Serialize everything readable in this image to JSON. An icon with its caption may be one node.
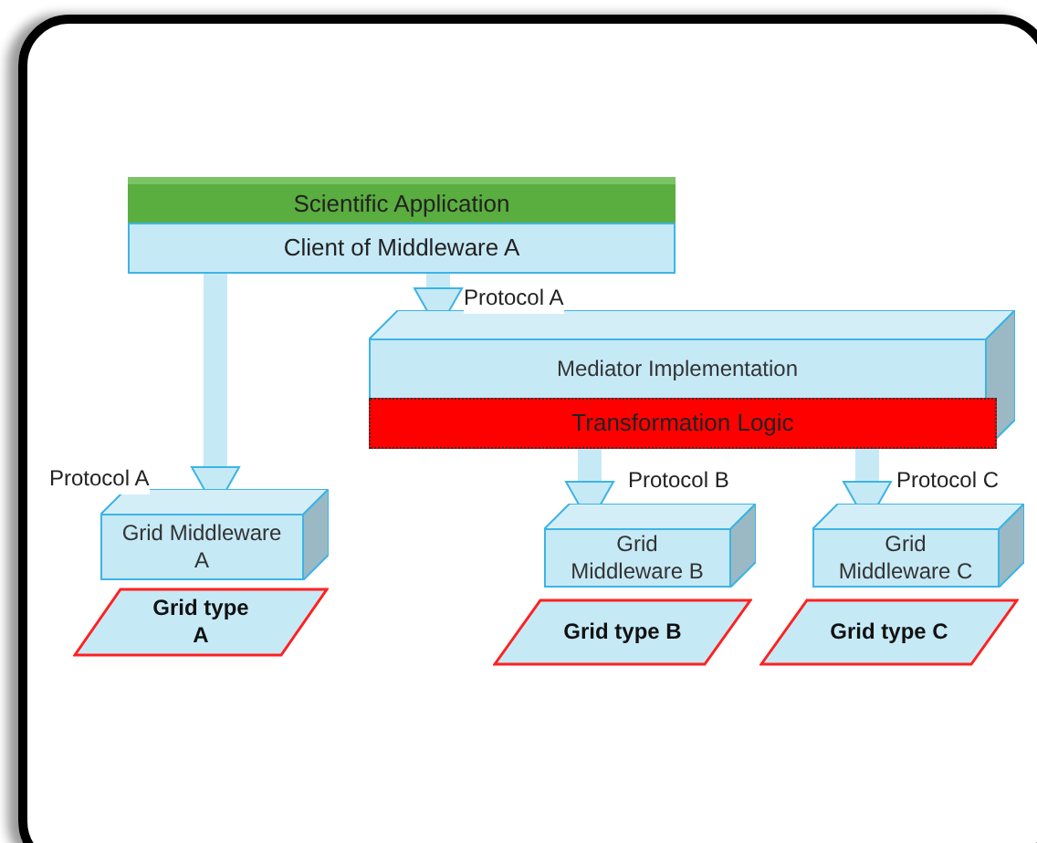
{
  "diagram": {
    "nodes": [
      {
        "text": [
          "Scientific Application"
        ]
      },
      {
        "text": [
          "Client of Middleware A"
        ]
      },
      {
        "text": [
          "Mediator Implementation"
        ]
      },
      {
        "text": [
          "Transformation Logic"
        ],
        "in": 2
      },
      {
        "text": [
          "Grid Middleware A"
        ]
      },
      {
        "text": [
          "Grid type A"
        ]
      },
      {
        "text": [
          "Grid Middleware B"
        ]
      },
      {
        "text": [
          "Grid type B"
        ]
      },
      {
        "text": [
          "Grid Middleware C"
        ]
      },
      {
        "text": [
          "Grid type C"
        ]
      }
    ],
    "edges": [
      {
        "from": 1,
        "to": 2,
        "arrow": "to",
        "label": "Protocol A"
      },
      {
        "from": 1,
        "to": 4,
        "arrow": "to",
        "label": "Protocol A"
      },
      {
        "from": 3,
        "to": 6,
        "arrow": "to",
        "label": "Protocol B"
      },
      {
        "from": 3,
        "to": 8,
        "arrow": "to",
        "label": "Protocol C"
      }
    ]
  }
}
